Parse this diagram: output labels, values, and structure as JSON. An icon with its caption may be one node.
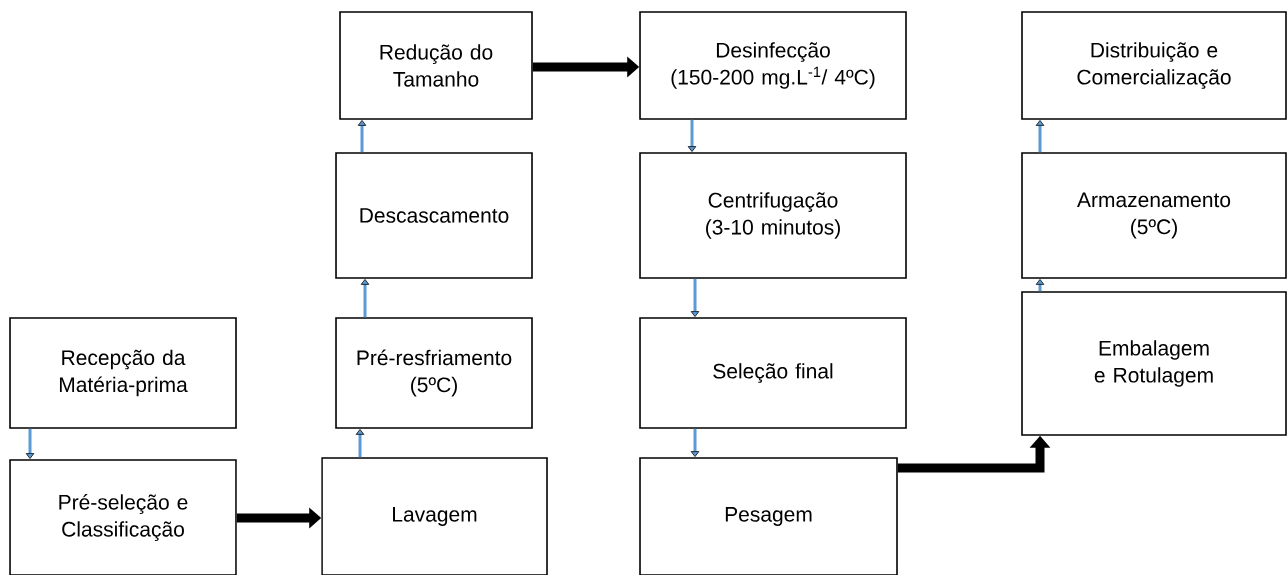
{
  "diagram": {
    "nodes": [
      {
        "text": [
          "Recepção da Matéria-prima"
        ]
      },
      {
        "text": [
          "Pré-seleção e Classificação"
        ]
      },
      {
        "text": [
          "Lavagem"
        ]
      },
      {
        "text": [
          "Pré-resfriamento",
          "(5ºC)"
        ]
      },
      {
        "text": [
          "Descascamento"
        ]
      },
      {
        "text": [
          "Redução do Tamanho"
        ]
      },
      {
        "text": [
          "Desinfecção",
          "(150-200 mg.L$^{-1}$/ 4ºC)"
        ]
      },
      {
        "text": [
          "Centrifugação",
          "(3-10 minutos)"
        ]
      },
      {
        "text": [
          "Seleção final"
        ]
      },
      {
        "text": [
          "Pesagem"
        ]
      },
      {
        "text": [
          "Distribuição e Comercialização"
        ]
      },
      {
        "text": [
          "Armazenamento",
          "(5ºC)"
        ]
      },
      {
        "text": [
          "Embalagem e Rotulagem"
        ]
      }
    ],
    "edges": [
      {
        "from": 0,
        "to": 1,
        "arrow": "to"
      },
      {
        "from": 1,
        "to": 2,
        "arrow": "to",
        "style": "thick",
        "color": "#000000"
      },
      {
        "from": 2,
        "to": 3,
        "arrow": "to"
      },
      {
        "from": 3,
        "to": 4,
        "arrow": "to"
      },
      {
        "from": 4,
        "to": 5,
        "arrow": "to"
      },
      {
        "from": 5,
        "to": 6,
        "arrow": "to",
        "style": "thick",
        "color": "#000000"
      },
      {
        "from": 6,
        "to": 7,
        "arrow": "to"
      },
      {
        "from": 7,
        "to": 8,
        "arrow": "to"
      },
      {
        "from": 8,
        "to": 9,
        "arrow": "to"
      },
      {
        "from": 9,
        "to": 12,
        "arrow": "to",
        "style": "thick",
        "color": "#000000"
      },
      {
        "from": 12,
        "to": 11,
        "arrow": "to"
      },
      {
        "from": 11,
        "to": 10,
        "arrow": "to"
      }
    ]
  }
}
